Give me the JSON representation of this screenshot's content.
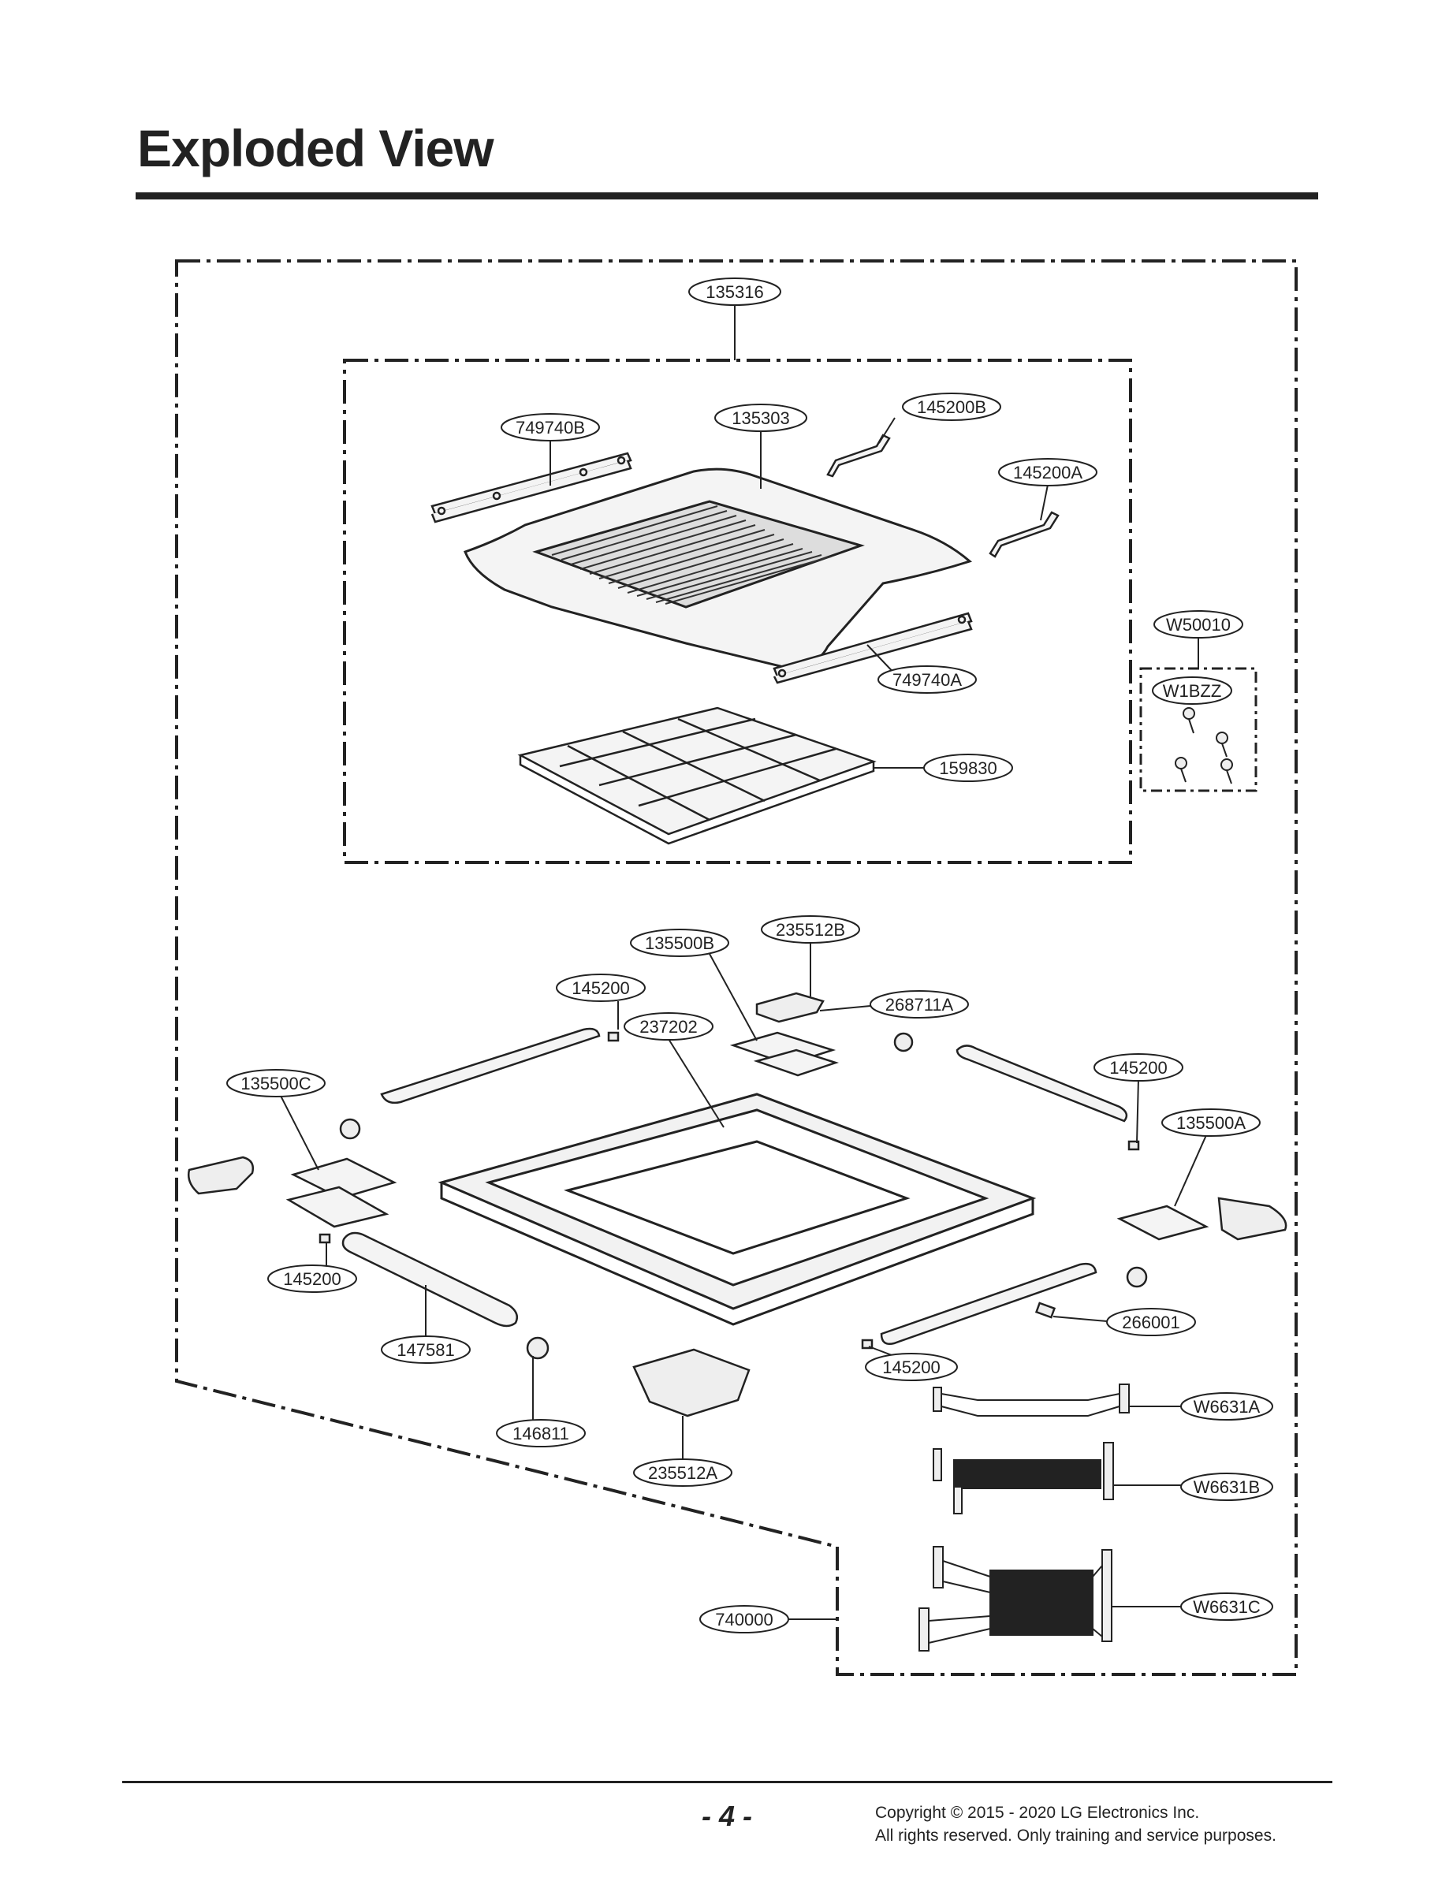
{
  "document": {
    "title": "Exploded View",
    "page_number": "- 4 -",
    "copyright_line1": "Copyright © 2015 - 2020 LG Electronics Inc.",
    "copyright_line2": "All rights reserved. Only training and service purposes."
  },
  "part_labels": {
    "p135316": "135316",
    "p749740B": "749740B",
    "p135303": "135303",
    "p145200B": "145200B",
    "p145200A": "145200A",
    "pW50010": "W50010",
    "pW1BZZ": "W1BZZ",
    "p749740A": "749740A",
    "p159830": "159830",
    "p235512B": "235512B",
    "p135500B": "135500B",
    "p145200_a": "145200",
    "p268711A": "268711A",
    "p237202": "237202",
    "p145200_b": "145200",
    "p135500C": "135500C",
    "p135500A": "135500A",
    "p145200_c": "145200",
    "p266001": "266001",
    "p147581": "147581",
    "p145200_d": "145200",
    "p146811": "146811",
    "pW6631A": "W6631A",
    "p235512A": "235512A",
    "pW6631B": "W6631B",
    "p740000": "740000",
    "pW6631C": "W6631C"
  }
}
